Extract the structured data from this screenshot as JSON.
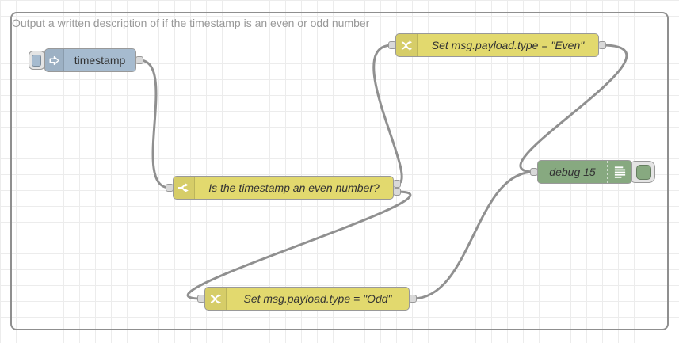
{
  "app": "node-red-flow-editor",
  "comment": {
    "text": "Output a written description of if the timestamp is an even or odd number"
  },
  "colors": {
    "inject_node": "#a6bbcf",
    "function_node_yellow": "#e2d96e",
    "debug_node_green": "#87a980",
    "wire": "#909090",
    "port_fill": "#d9d9d9",
    "node_border": "#999999",
    "grid_line": "#ececec",
    "workspace_border": "#8f8f8f",
    "label_text": "#333333",
    "comment_text": "#999999"
  },
  "nodes": {
    "inject": {
      "type": "inject",
      "label": "timestamp",
      "icon": "inject-arrow-icon",
      "has_button": true
    },
    "switch": {
      "type": "switch",
      "label": "Is the timestamp an even number?",
      "icon": "switch-fork-icon",
      "outputs": 2
    },
    "change_even": {
      "type": "change",
      "label": "Set msg.payload.type = \"Even\"",
      "icon": "change-shuffle-icon"
    },
    "change_odd": {
      "type": "change",
      "label": "Set msg.payload.type = \"Odd\"",
      "icon": "change-shuffle-icon"
    },
    "debug": {
      "type": "debug",
      "label": "debug 15",
      "icon": "debug-list-icon",
      "has_button": true
    }
  },
  "wires": [
    {
      "from": "inject",
      "to": "switch"
    },
    {
      "from": "switch:output-1",
      "to": "change_even"
    },
    {
      "from": "switch:output-2",
      "to": "change_odd"
    },
    {
      "from": "change_even",
      "to": "debug"
    },
    {
      "from": "change_odd",
      "to": "debug"
    }
  ]
}
